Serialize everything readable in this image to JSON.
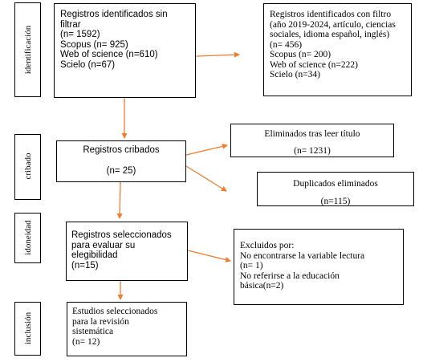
{
  "stages": {
    "identification": "identificación",
    "screening": "cribado",
    "eligibility": "idoneidad",
    "inclusion": "inclusión"
  },
  "identified": {
    "lines": [
      "Registros identificados sin",
      "filtrar",
      "(n= 1592)",
      "Scopus (n= 925)",
      "Web of science (n=610)",
      "Scielo (n=67)"
    ]
  },
  "filtered": {
    "lines": [
      "Registros identificados con filtro",
      "(año 2019-2024, artículo, ciencias",
      "sociales, idioma español, inglés)",
      "(n= 456)",
      "Scopus (n= 200)",
      "Web of science (n=222)",
      "Scielo (n=34)"
    ]
  },
  "screened": {
    "title": "Registros cribados",
    "count": "(n= 25)"
  },
  "removed_after_title": {
    "title": "Eliminados tras leer título",
    "count": "(n= 1231)"
  },
  "duplicates": {
    "title": "Duplicados eliminados",
    "count": "(n=115)"
  },
  "selected": {
    "lines": [
      "Registros seleccionados",
      "para evaluar su",
      "elegibilidad",
      "(n=15)"
    ]
  },
  "excluded": {
    "lines": [
      "Excluidos por:",
      "No encontrarse la variable lectura",
      "(n= 1)",
      "No referirse a la educación",
      "básica(n=2)"
    ]
  },
  "included": {
    "lines": [
      "Estudios seleccionados",
      "para la revisión",
      "sistemática",
      "(n= 12)"
    ]
  },
  "colors": {
    "arrow": "#ED7D31",
    "border": "#000000"
  }
}
